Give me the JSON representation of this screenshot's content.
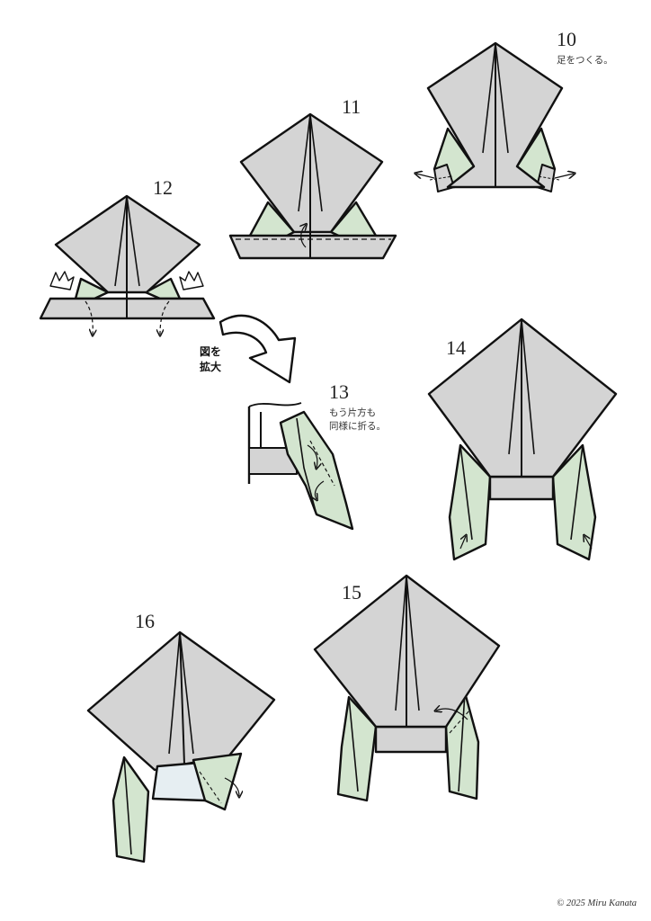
{
  "steps": [
    {
      "number": "10",
      "caption": "足をつくる。"
    },
    {
      "number": "11"
    },
    {
      "number": "12"
    },
    {
      "number": "13",
      "caption_line1": "もう片方も",
      "caption_line2": "同様に折る。"
    },
    {
      "number": "14"
    },
    {
      "number": "15"
    },
    {
      "number": "16"
    }
  ],
  "zoom_label": {
    "line1": "図を",
    "line2": "拡大"
  },
  "copyright": "© 2025 Miru Kanata",
  "colors": {
    "paper_gray": "#d4d4d4",
    "paper_green": "#d3e5cf",
    "paper_light": "#e6eef2",
    "outline": "#111111"
  },
  "icons": [
    "fold-arrow-icon",
    "zoom-arrow-icon",
    "push-in-icon"
  ]
}
